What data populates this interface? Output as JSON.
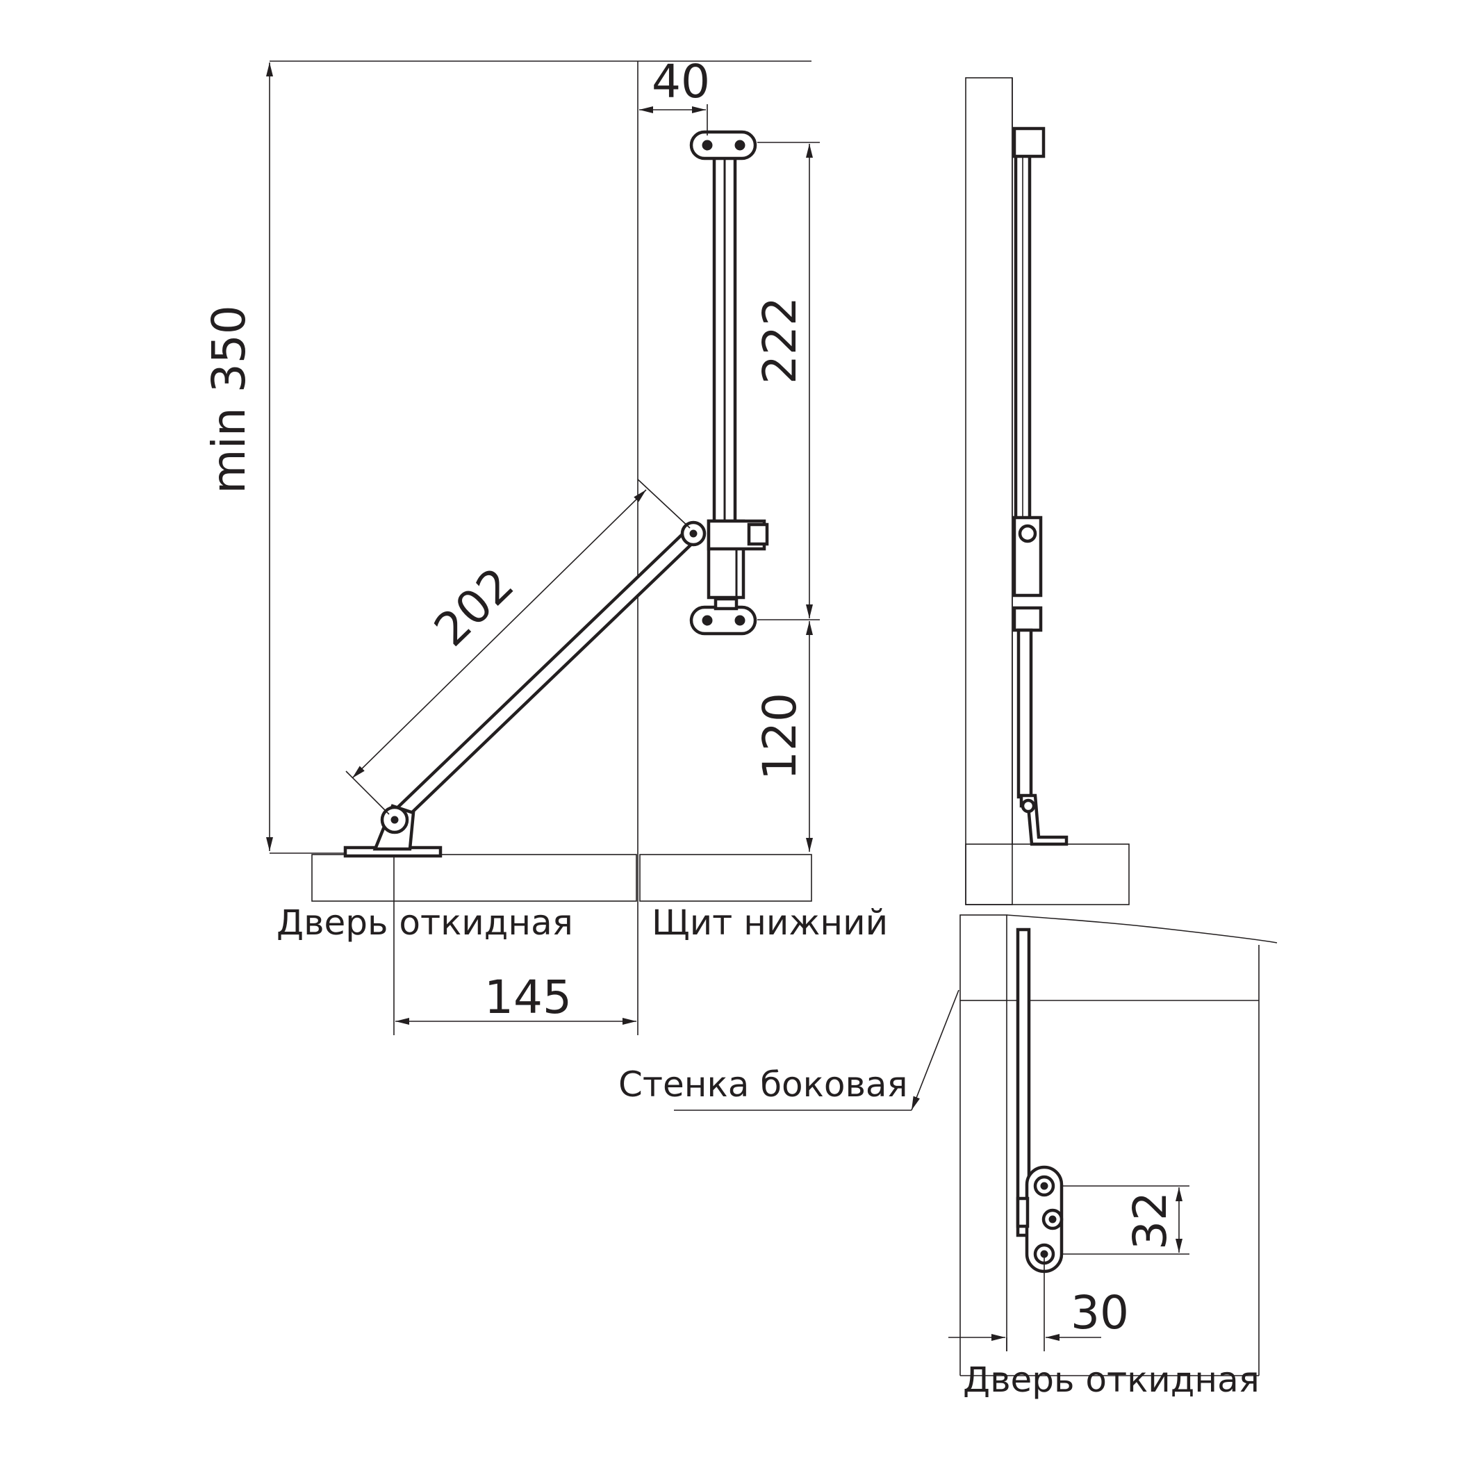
{
  "dimensions": {
    "height_min": "min 350",
    "offset_top": "40",
    "rail_length": "222",
    "bottom_offset": "120",
    "strut_length": "202",
    "hinge_offset": "145",
    "hole_spacing": "32",
    "edge_offset": "30"
  },
  "labels": {
    "door_front": "Дверь откидная",
    "bottom_panel": "Щит нижний",
    "side_wall": "Стенка боковая",
    "door_top": "Дверь откидная"
  },
  "colors": {
    "line": "#231f20",
    "background": "#ffffff"
  }
}
